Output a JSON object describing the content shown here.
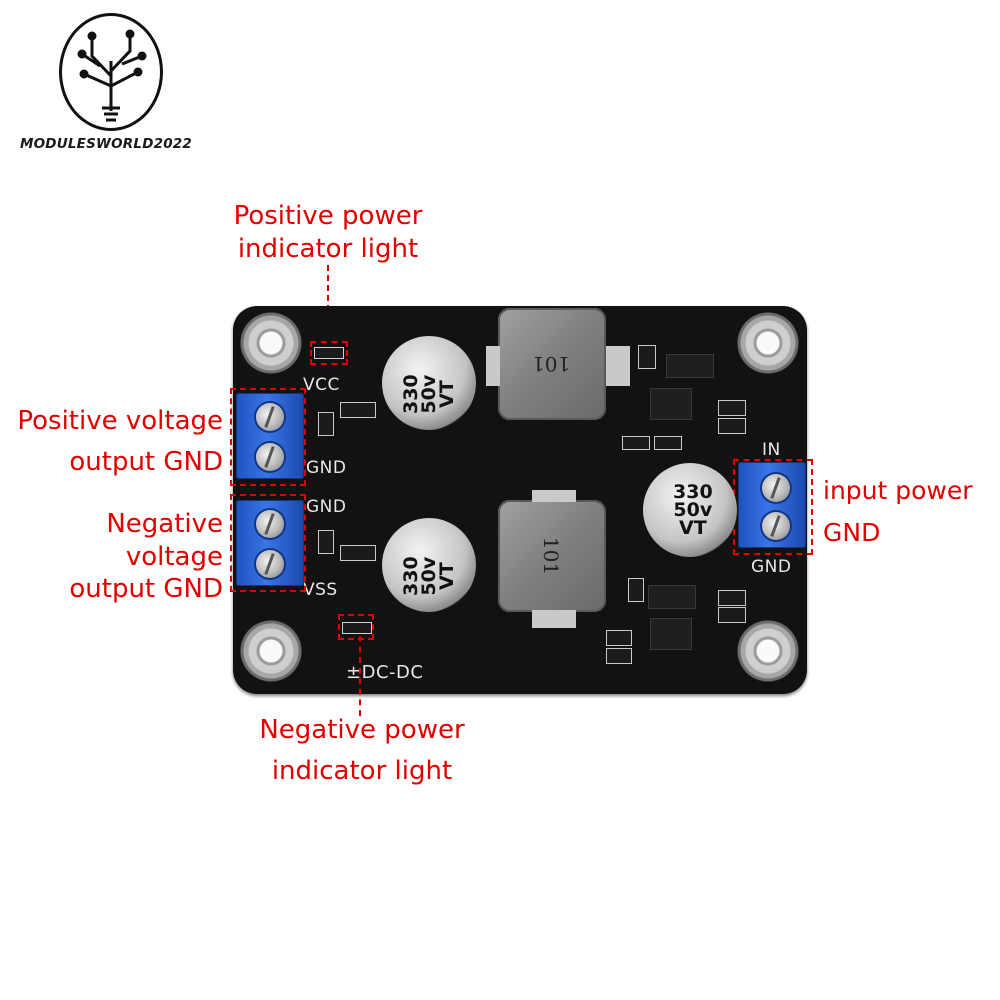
{
  "brand": {
    "name": "MODULESWORLD2022",
    "logo_icon": "circuit-tree-lightbulb-logo"
  },
  "callouts": {
    "positive_indicator": {
      "line1": "Positive power",
      "line2": "indicator light"
    },
    "negative_indicator": {
      "line1": "Negative power",
      "line2": "indicator light"
    },
    "positive_output": {
      "line1": "Positive voltage",
      "line2": "output GND"
    },
    "negative_output": {
      "line1": "Negative voltage",
      "line2": "output GND"
    },
    "input_power": "input power",
    "input_gnd": "GND"
  },
  "silkscreen": {
    "vcc": "VCC",
    "gnd_top": "GND",
    "gnd_mid": "GND",
    "vss": "VSS",
    "in": "IN",
    "gnd_right": "GND",
    "dcdc": "±DC-DC"
  },
  "capacitors": [
    {
      "line1": "330",
      "line2": "50v",
      "line3": "VT"
    },
    {
      "line1": "330",
      "line2": "50v",
      "line3": "VT"
    },
    {
      "line1": "330",
      "line2": "50v",
      "line3": "VT"
    }
  ],
  "inductors": [
    {
      "label": "101"
    },
    {
      "label": "101"
    }
  ],
  "colors": {
    "callout_red": "#e10000",
    "board": "#121212",
    "terminal_blue": "#2a63d6"
  }
}
